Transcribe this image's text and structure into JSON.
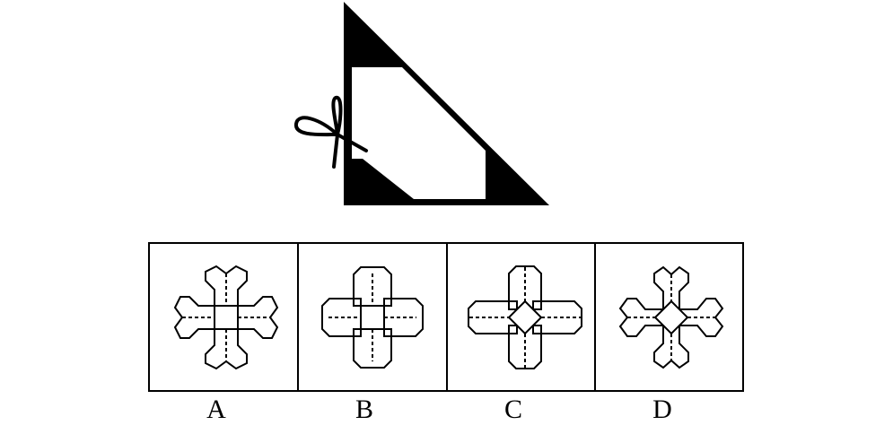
{
  "options": [
    {
      "label": "A"
    },
    {
      "label": "B"
    },
    {
      "label": "C"
    },
    {
      "label": "D"
    }
  ],
  "colors": {
    "ink": "#000000",
    "paper": "#ffffff"
  }
}
